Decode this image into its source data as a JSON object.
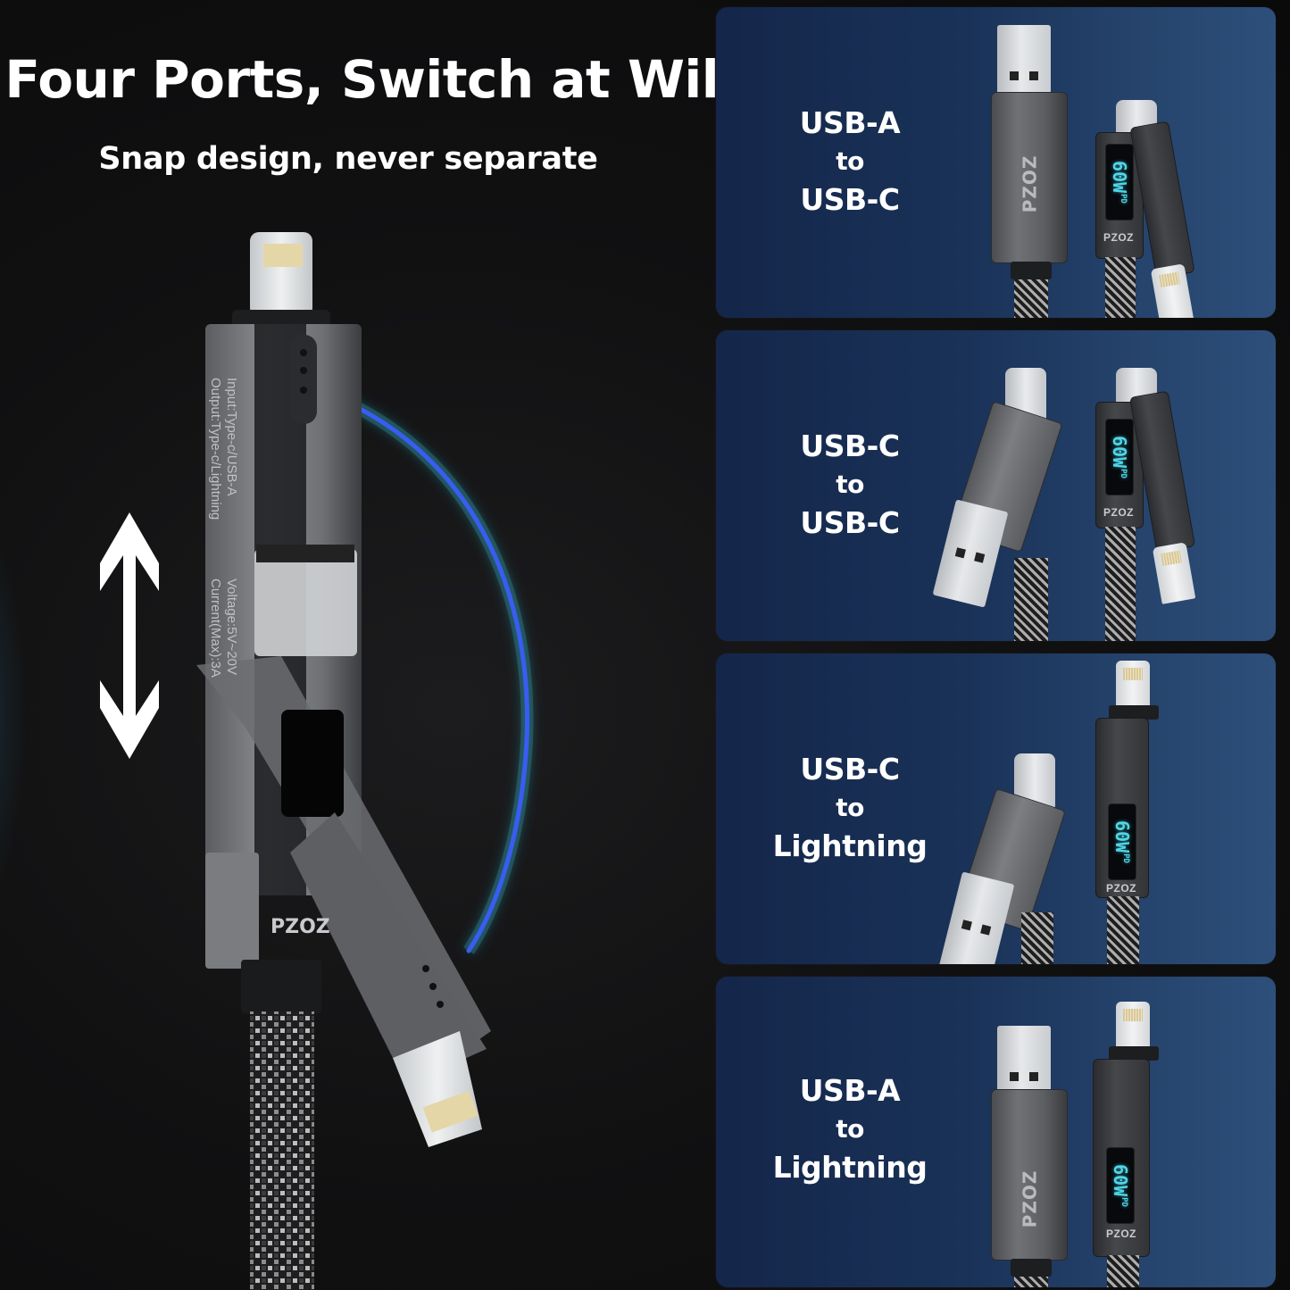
{
  "hero": {
    "title": "Four Ports, Switch at Will",
    "subtitle": "Snap design, never separate"
  },
  "main_product": {
    "brand": "PZOZ",
    "spec_lines": [
      "Input:Type-c/USB-A",
      "Output:Type-c/Lightning",
      "Voltage:5V~20V",
      "Current(Max):3A"
    ],
    "icons": [
      "double-vertical-arrow-icon",
      "rotation-arc-icon"
    ],
    "arc_color": "#3b5cf0"
  },
  "panels": [
    {
      "from": "USB-A",
      "to_word": "to",
      "to": "USB-C",
      "left_connector": "usb-a",
      "right_connector": "usb-c",
      "right_flip_connector": "lightning"
    },
    {
      "from": "USB-C",
      "to_word": "to",
      "to": "USB-C",
      "left_connector": "usb-c-with-flipped-usb-a",
      "right_connector": "usb-c",
      "right_flip_connector": "lightning"
    },
    {
      "from": "USB-C",
      "to_word": "to",
      "to": "Lightning",
      "left_connector": "usb-c-with-flipped-usb-a",
      "right_connector": "lightning"
    },
    {
      "from": "USB-A",
      "to_word": "to",
      "to": "Lightning",
      "left_connector": "usb-a",
      "right_connector": "lightning"
    }
  ],
  "device": {
    "brand": "PZOZ",
    "display_value": "60W",
    "display_badge": "PD",
    "display_color": "#4fd6e8"
  },
  "colors": {
    "background": "#111112",
    "panel_dark": "#14264a",
    "panel_light": "#2d4f7a",
    "text": "#ffffff"
  }
}
